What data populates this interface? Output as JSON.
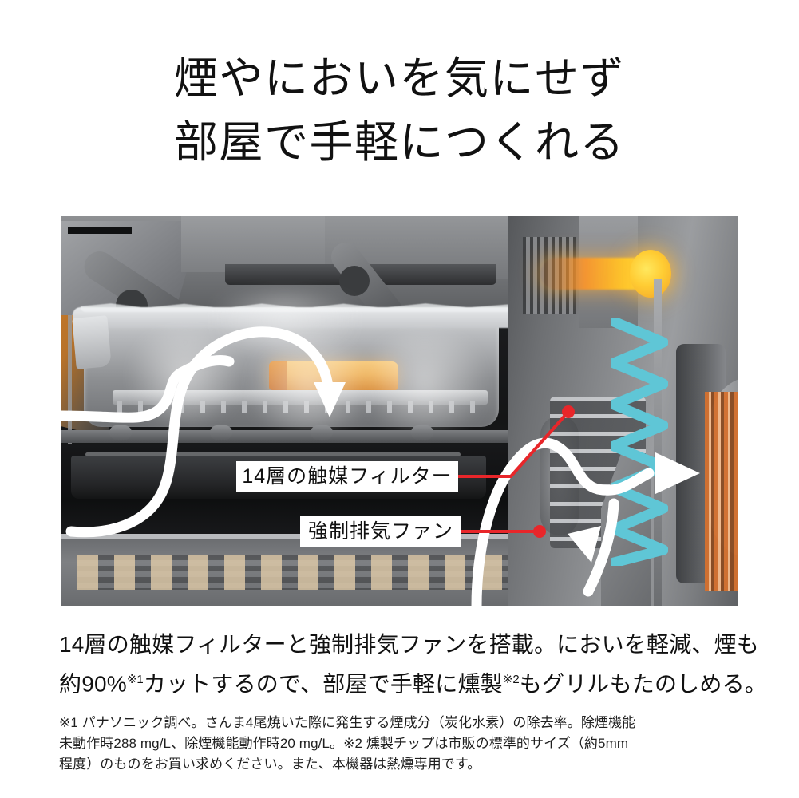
{
  "headline": {
    "line1": "煙やにおいを気にせず",
    "line2": "部屋で手軽につくれる"
  },
  "photo": {
    "alt_name": "oven-interior-cutaway",
    "callouts": {
      "filter_label": "14層の触媒フィルター",
      "fan_label": "強制排気ファン"
    },
    "colors": {
      "filter_cyan": "#5FC6D6",
      "leader_red": "#E8262A",
      "heater_orange": "#FFB43C",
      "heater_yellow": "#FFD93B",
      "arrow_white": "#FFFFFF",
      "coil_orange": "#D4702E"
    }
  },
  "body": {
    "line1": "14層の触媒フィルターと強制排気ファンを搭載。においを軽減、煙も",
    "line2_a": "約90%",
    "line2_sup1": "※1",
    "line2_b": "カットするので、部屋で手軽に燻製",
    "line2_sup2": "※2",
    "line2_c": "もグリルもたのしめる。"
  },
  "footnote": {
    "line1": "※1 パナソニック調べ。さんま4尾焼いた際に発生する煙成分（炭化水素）の除去率。除煙機能",
    "line2": "未動作時288 mg/L、除煙機能動作時20 mg/L。※2 燻製チップは市販の標準的サイズ（約5mm",
    "line3": "程度）のものをお買い求めください。また、本機器は熱燻専用です。"
  }
}
